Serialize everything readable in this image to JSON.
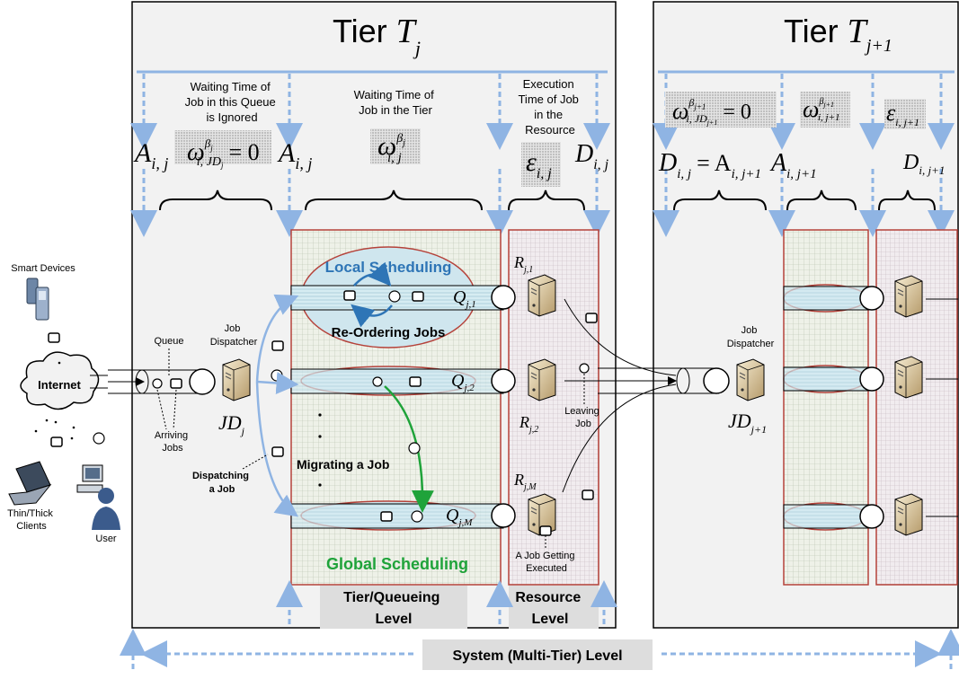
{
  "tiers": [
    {
      "label": "Tier",
      "var": "T",
      "sub": "j"
    },
    {
      "label": "Tier",
      "var": "T",
      "sub": "j+1"
    }
  ],
  "headers": {
    "ignored": [
      "Waiting Time of",
      "Job in this Queue",
      "is Ignored"
    ],
    "tier_wait": [
      "Waiting Time of",
      "Job in the Tier"
    ],
    "exec": [
      "Execution",
      "Time of Job",
      "in the",
      "Resource"
    ]
  },
  "formulas": {
    "a_ij": "A",
    "a_ij_sub": "i, j",
    "omega_zero": "ω",
    "omega_zero_sup": "β",
    "omega_zero_sup2": "j",
    "omega_zero_sub": "i, JD",
    "omega_zero_sub2": "j",
    "eq_zero": "= 0",
    "omega": "ω",
    "omega_sup": "β",
    "omega_sup2": "j",
    "omega_sub": "i, j",
    "eps": "ε",
    "eps_sub": "i, j",
    "d_ij": "D",
    "d_ij_sub": "i, j",
    "d_eq_a": "= A",
    "a_ij1_sub": "i, j+1",
    "d_ij1_sub": "i, j+1",
    "omega_next_sup2": "j+1",
    "omega_next_sub": "i, JD",
    "omega_next_sub2": "j+1",
    "omega_next_sub_b": "i, j+1",
    "eps_next_sub": "i, j+1"
  },
  "labels": {
    "local": "Local Scheduling",
    "reorder": "Re-Ordering Jobs",
    "global": "Global Scheduling",
    "migrating": "Migrating a Job",
    "queue": "Queue",
    "job_dispatcher": [
      "Job",
      "Dispatcher"
    ],
    "arriving": [
      "Arriving",
      "Jobs"
    ],
    "dispatching": [
      "Dispatching",
      "a Job"
    ],
    "leaving": [
      "Leaving",
      "Job"
    ],
    "executing": [
      "A Job Getting",
      "Executed"
    ],
    "smart": "Smart Devices",
    "internet": "Internet",
    "thin": [
      "Thin/Thick",
      "Clients"
    ],
    "user": "User",
    "tier_level": [
      "Tier/Queueing",
      "Level"
    ],
    "resource_level": [
      "Resource",
      "Level"
    ],
    "system_level": "System (Multi-Tier) Level"
  },
  "queues": {
    "q1": "Q",
    "q1_sub": "j,1",
    "q2": "Q",
    "q2_sub": "j,2",
    "qm": "Q",
    "qm_sub": "j,M"
  },
  "resources": {
    "r1": "R",
    "r1_sub": "j,1",
    "r2": "R",
    "r2_sub": "j,2",
    "rm": "R",
    "rm_sub": "j,M"
  },
  "dispatchers": {
    "jd": "JD",
    "jd_sub": "j",
    "jd_next": "JD",
    "jd_next_sub": "j+1"
  },
  "colors": {
    "arrow_blue": "#8fb4e3",
    "dark_blue": "#2e75b6",
    "green": "#1fa33a",
    "queue_fill": "#cfe6ee",
    "red_border": "#b5423a",
    "panel_bg": "#f2f2f2"
  }
}
